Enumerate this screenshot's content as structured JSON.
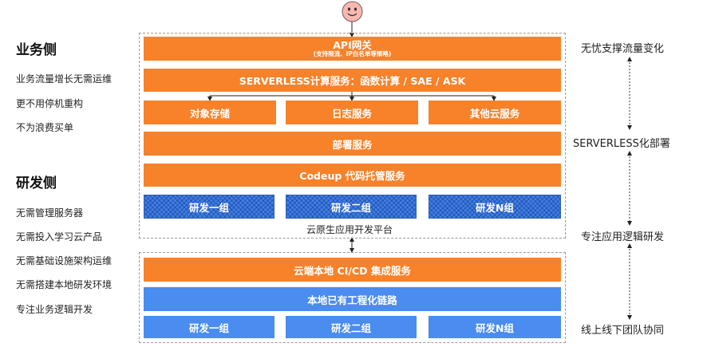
{
  "left": {
    "business": {
      "title": "业务侧",
      "items": [
        "业务流量增长无需运维",
        "更不用停机重构",
        "不为浪费买单"
      ]
    },
    "dev": {
      "title": "研发侧",
      "items": [
        "无需管理服务器",
        "无需投入学习云产品",
        "无需基础设施架构运维",
        "无需搭建本地研发环境",
        "专注业务逻辑开发"
      ]
    }
  },
  "upper": {
    "api_gateway": {
      "title": "API网关",
      "subtitle": "(支持限流、IP白名单等策略)"
    },
    "serverless": "SERVERLESS计算服务：函数计算 / SAE / ASK",
    "services": [
      "对象存储",
      "日志服务",
      "其他云服务"
    ],
    "deploy": "部署服务",
    "codeup": "Codeup 代码托管服务",
    "teams": [
      "研发一组",
      "研发二组",
      "研发N组"
    ],
    "platform_label": "云原生应用开发平台"
  },
  "lower": {
    "cicd": "云端本地 CI/CD 集成服务",
    "toolchain": "本地已有工程化链路",
    "teams": [
      "研发一组",
      "研发二组",
      "研发N组"
    ]
  },
  "right": [
    "无忧支撑流量变化",
    "SERVERLESS化部署",
    "专注应用逻辑研发",
    "线上线下团队协同"
  ],
  "colors": {
    "orange": "#f7822a",
    "blue": "#4a8cf0",
    "face": "#f9b9b0"
  }
}
